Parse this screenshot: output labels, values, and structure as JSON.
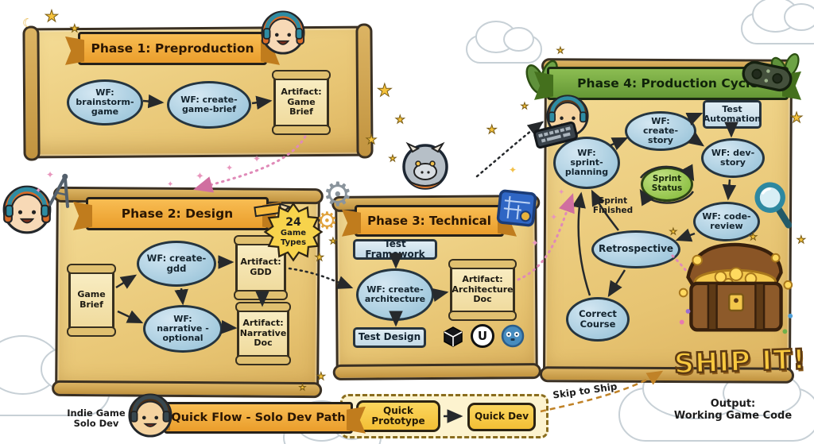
{
  "phase1": {
    "title": "Phase 1: Preproduction",
    "wf_brainstorm": "WF: brainstorm-game",
    "wf_create_brief": "WF: create-game-brief",
    "artifact_game_brief": "Artifact: Game Brief"
  },
  "phase2": {
    "title": "Phase 2: Design",
    "badge_line1": "24",
    "badge_line2": "Game",
    "badge_line3": "Types",
    "game_brief": "Game Brief",
    "wf_create_gdd": "WF: create-gdd",
    "artifact_gdd": "Artifact: GDD",
    "wf_narrative": "WF: narrative - optional",
    "artifact_narrative": "Artifact: Narrative Doc"
  },
  "phase3": {
    "title": "Phase 3: Technical",
    "test_framework": "Test Framework",
    "wf_create_architecture": "WF: create-architecture",
    "artifact_architecture": "Artifact: Architecture Doc",
    "test_design": "Test Design",
    "engine_unreal_letter": "U"
  },
  "phase4": {
    "title": "Phase 4: Production Cycle",
    "wf_sprint_planning": "WF: sprint-planning",
    "wf_create_story": "WF: create-story",
    "test_automation": "Test Automation",
    "wf_dev_story": "WF: dev-story",
    "sprint_status": "Sprint Status",
    "wf_code_review": "WF: code-review",
    "retrospective": "Retrospective",
    "correct_course": "Correct Course",
    "sprint_finished": "Sprint Finished"
  },
  "quick_flow": {
    "title": "Quick Flow - Solo Dev Path",
    "solo_dev_line1": "Indie Game",
    "solo_dev_line2": "Solo Dev",
    "quick_prototype": "Quick Prototype",
    "quick_dev": "Quick Dev",
    "skip_to_ship": "Skip to Ship"
  },
  "ship": {
    "title": "SHIP IT!",
    "output_line1": "Output:",
    "output_line2": "Working Game Code"
  },
  "icons": {
    "gear": "⚙",
    "star": "★",
    "sparkle": "✦",
    "moon": "☾"
  },
  "colors": {
    "banner_orange": "#f2a93b",
    "banner_green": "#74a93e",
    "parchment": "#eccf84",
    "node_blue": "#a9cfe2",
    "status_green": "#9ccb4f",
    "quick_yellow": "#f7ce4e",
    "arrow_pink": "#e08ab8",
    "arrow_orange": "#c08227"
  }
}
